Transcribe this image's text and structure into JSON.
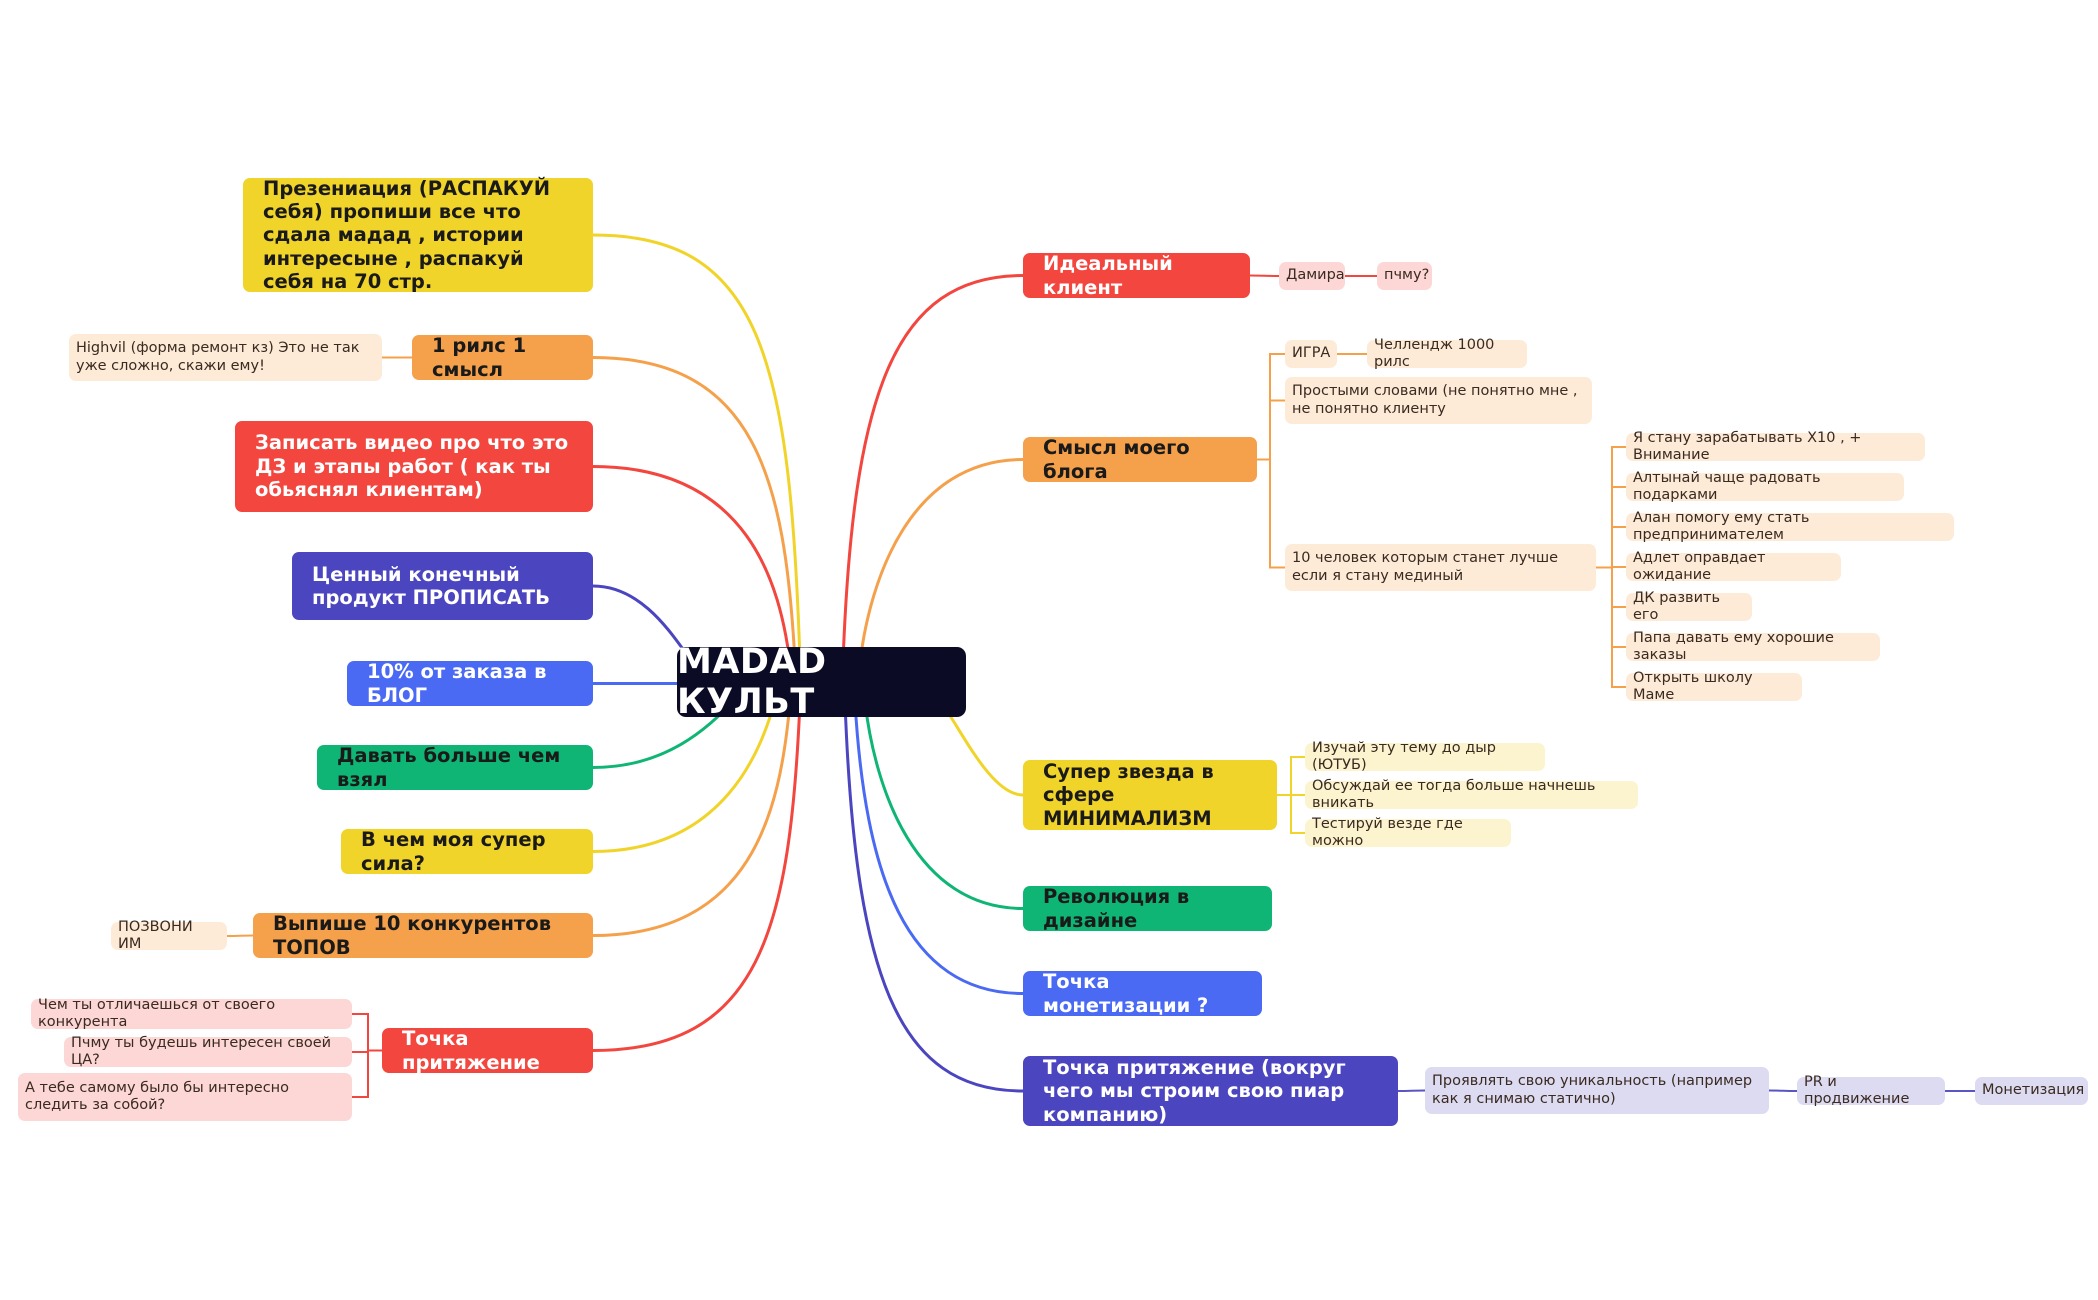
{
  "colors": {
    "red": "#f2463f",
    "orange": "#f5a04b",
    "yellow": "#f1d42a",
    "indigo": "#4b45bf",
    "blue": "#4a6af4",
    "green": "#0fb574",
    "leaf_red": "#fcd7d5",
    "leaf_orange": "#fdebd8",
    "leaf_yellow": "#fcf4cf",
    "leaf_indigo": "#dcdbf1",
    "line_indigo": "#5a55c4"
  },
  "center": {
    "label": "MADAD КУЛЬТ"
  },
  "left": {
    "presentation": "Презениация (РАСПАКУЙ себя) пропиши все что сдала мадад , истории интересыне , распакуй себя на 70 стр.",
    "reels": "1 рилс 1 смысл",
    "reels_leaf": "Highvil (форма ремонт кз) Это не так уже сложно, скажи ему!",
    "video": "Записать видео про что это ДЗ и этапы работ ( как ты обьяснял клиентам)",
    "product": "Ценный конечный продукт ПРОПИСАТЬ",
    "percent": "10% от заказа в БЛОГ",
    "give": "Давать больше чем взял",
    "power": "В чем моя супер сила?",
    "competitors": "Выпише 10 конкурентов ТОПОВ",
    "competitors_leaf": "ПОЗВОНИ ИМ",
    "attraction": "Точка притяжение",
    "attraction_leaves": [
      "Чем ты отличаешься от своего конкурента",
      "Пчму ты будешь интересен своей ЦА?",
      "А тебе самому было бы интересно следить за собой?"
    ]
  },
  "right": {
    "client": "Идеальный клиент",
    "client_leaf_1": "Дамира",
    "client_leaf_2": "пчму?",
    "blog": "Смысл моего блога",
    "game": "ИГРА",
    "challenge": "Челлендж 1000 рилс",
    "simple": "Простыми словами (не понятно мне , не понятно клиенту",
    "ten_people": "10 человек которым станет лучше если я стану мединый",
    "people": [
      "Я стану зарабатывать Х10 , + Внимание",
      "Алтынай чаще радовать подарками",
      "Алан помогу ему стать предпринимателем",
      "Адлет оправдает ожидание",
      "ДК развить его",
      "Папа давать ему хорошие заказы",
      "Открыть школу Маме"
    ],
    "star": "Супер звезда в сфере МИНИМАЛИЗМ",
    "star_leaves": [
      "Изучай эту тему до дыр (ЮТУБ)",
      "Обсуждай ее тогда больше начнешь вникать",
      "Тестируй везде где можно"
    ],
    "revolution": "Революция в дизайне",
    "monetization_point": "Точка монетизации ?",
    "pr_point": "Точка притяжение (вокруг чего мы строим свою пиар компанию)",
    "unique": "Проявлять свою уникальность (например как я снимаю статично)",
    "pr": "PR и продвижение",
    "monetization": "Монетизация"
  }
}
